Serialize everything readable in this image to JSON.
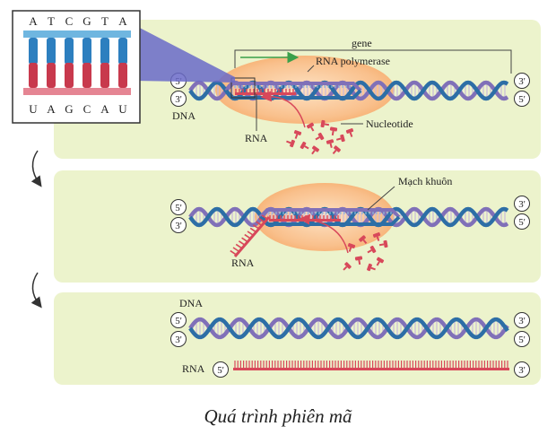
{
  "caption": "Quá trình phiên mã",
  "inset": {
    "top_bases": [
      "A",
      "T",
      "C",
      "G",
      "T",
      "A"
    ],
    "bottom_bases": [
      "U",
      "A",
      "G",
      "C",
      "A",
      "U"
    ]
  },
  "labels": {
    "gene": "gene",
    "rna_polymerase": "RNA polymerase",
    "dna": "DNA",
    "rna": "RNA",
    "nucleotide": "Nucleotide",
    "mach_khuon": "Mạch khuôn",
    "five_prime": "5'",
    "three_prime": "3'"
  },
  "colors": {
    "panel_bg": "#ecf3cc",
    "dna_strand_blue": "#2d6ea6",
    "dna_strand_purple": "#8070b8",
    "rna_red": "#d8485a",
    "polymerase_orange": "#f7b67a",
    "arrow_green": "#3aa04a"
  }
}
